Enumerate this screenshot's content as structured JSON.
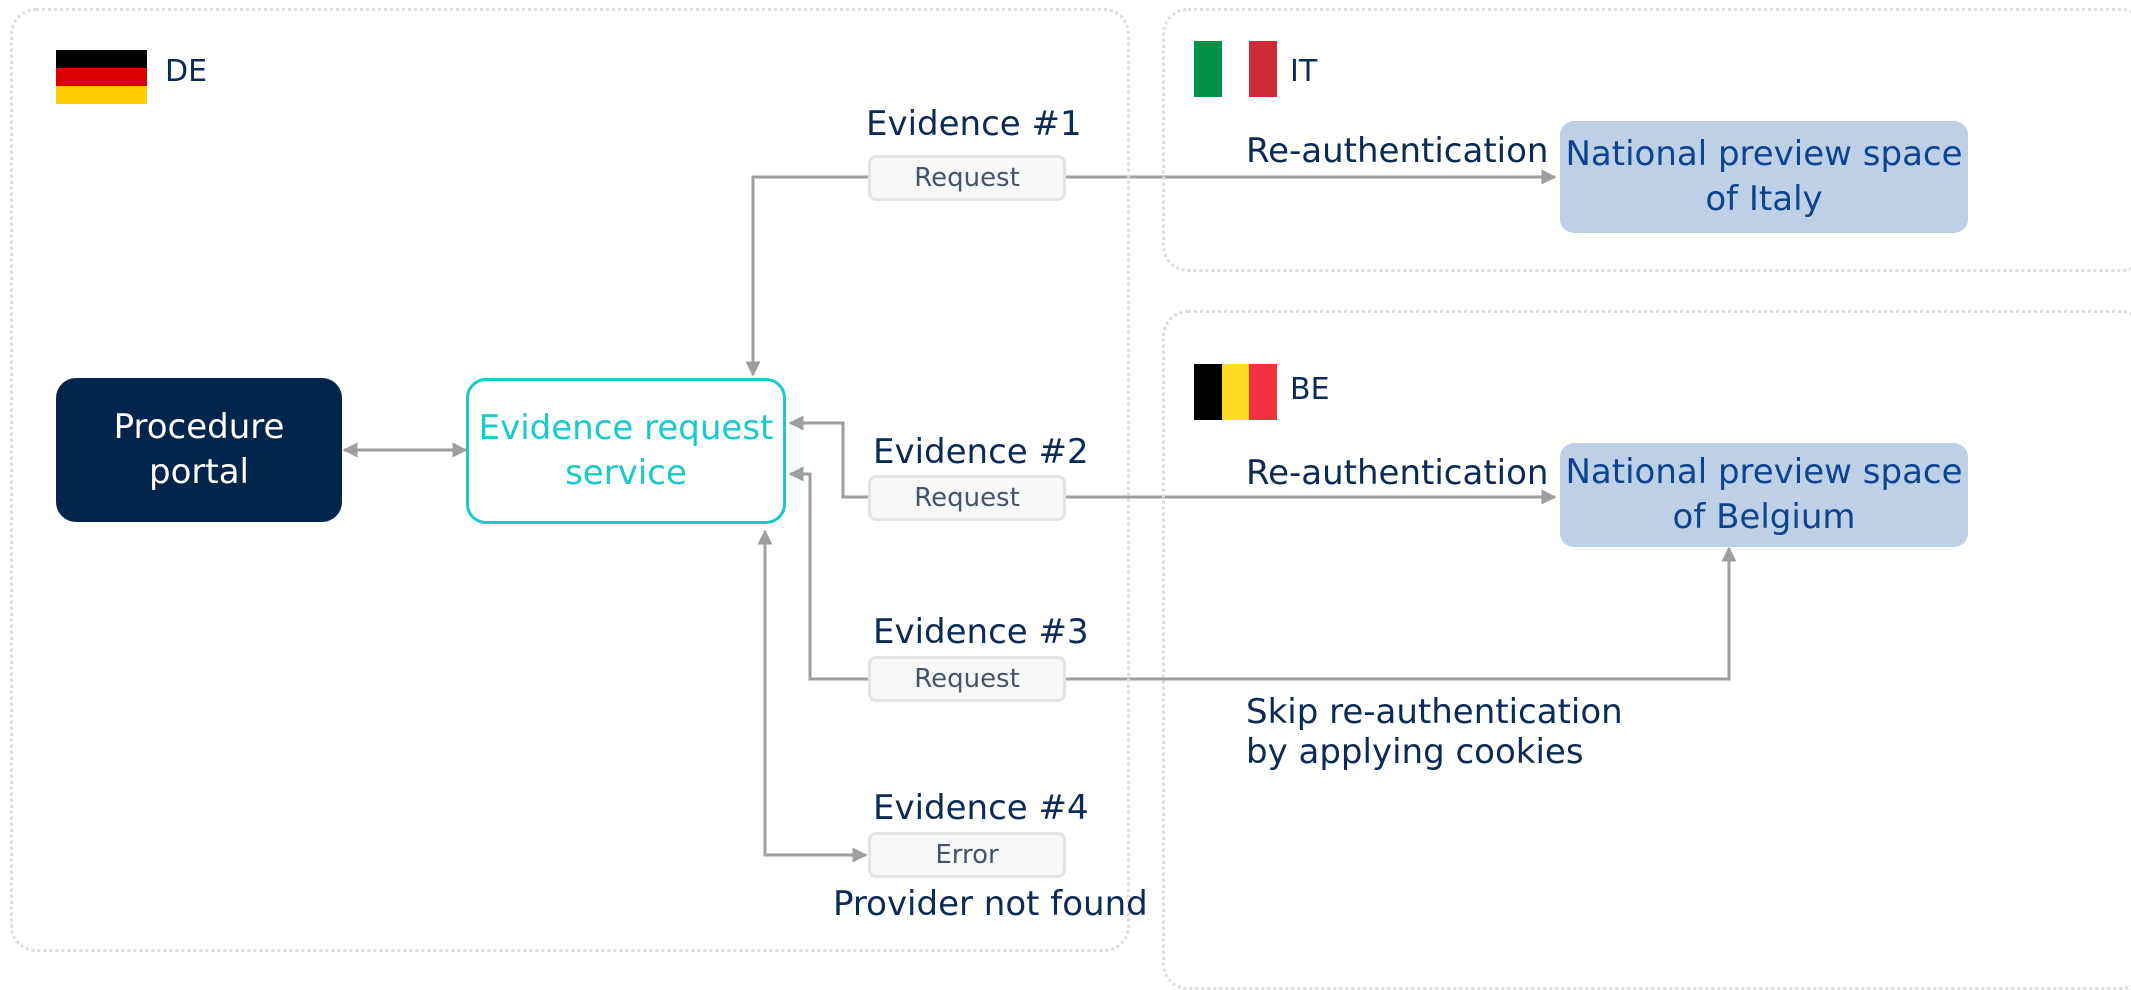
{
  "regions": {
    "de": {
      "code": "DE",
      "flag_colors": [
        "#000000",
        "#dd0000",
        "#ffce00"
      ]
    },
    "it": {
      "code": "IT",
      "flag_colors": [
        "#009246",
        "#ffffff",
        "#ce2b37"
      ]
    },
    "be": {
      "code": "BE",
      "flag_colors": [
        "#000000",
        "#fdda24",
        "#ef3340"
      ]
    }
  },
  "nodes": {
    "procedure_portal": {
      "line1": "Procedure",
      "line2": "portal"
    },
    "evidence_request_service": {
      "line1": "Evidence request",
      "line2": "service"
    },
    "preview_italy": {
      "line1": "National preview space",
      "line2": "of Italy"
    },
    "preview_belgium": {
      "line1": "National preview space",
      "line2": "of Belgium"
    }
  },
  "evidences": [
    {
      "title": "Evidence #1",
      "status": "Request"
    },
    {
      "title": "Evidence #2",
      "status": "Request"
    },
    {
      "title": "Evidence #3",
      "status": "Request"
    },
    {
      "title": "Evidence #4",
      "status": "Error"
    }
  ],
  "labels": {
    "reauth_it": "Re-authentication",
    "reauth_be": "Re-authentication",
    "skip_line1": "Skip re-authentication",
    "skip_line2": "by applying cookies",
    "provider_not_found": "Provider not found"
  },
  "colors": {
    "portal": "#03254c",
    "service_accent": "#19c9cb",
    "preview_fill": "#bdd0e6",
    "preview_text": "#0f4390",
    "connector": "#9e9e9e",
    "text": "#0b2a55"
  }
}
